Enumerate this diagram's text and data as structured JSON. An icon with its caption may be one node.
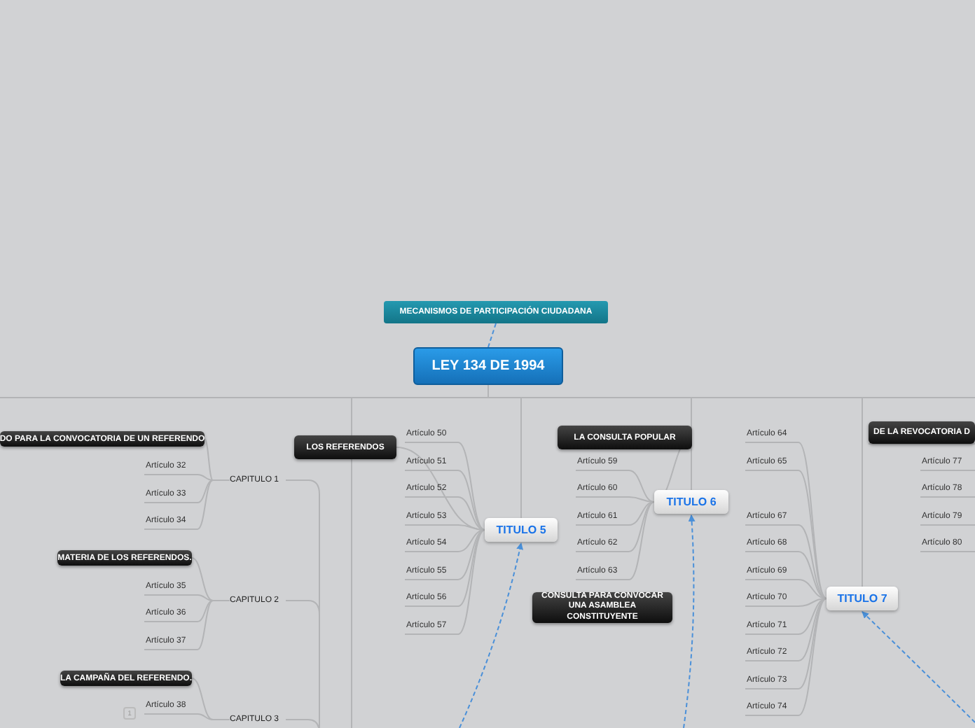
{
  "diagram": {
    "nodes": [
      {
        "text": [
          "MECANISMOS DE PARTICIPACIÓN CIUDADANA"
        ]
      },
      {
        "text": [
          "LEY 134 DE 1994"
        ]
      },
      {
        "text": [
          "DO PARA LA CONVOCATORIA DE UN REFERENDO"
        ]
      },
      {
        "text": [
          "Artículo 32"
        ]
      },
      {
        "text": [
          "Artículo 33"
        ]
      },
      {
        "text": [
          "Artículo 34"
        ]
      },
      {
        "text": [
          "CAPITULO 1"
        ]
      },
      {
        "text": [
          "MATERIA DE LOS REFERENDOS."
        ]
      },
      {
        "text": [
          "Artículo 35"
        ]
      },
      {
        "text": [
          "Artículo 36"
        ]
      },
      {
        "text": [
          "Artículo 37"
        ]
      },
      {
        "text": [
          "CAPITULO 2"
        ]
      },
      {
        "text": [
          "LA CAMPAÑA DEL REFERENDO."
        ]
      },
      {
        "text": [
          "Artículo 38"
        ]
      },
      {
        "text": [
          "CAPITULO 3"
        ]
      },
      {
        "text": [
          "LOS REFERENDOS"
        ]
      },
      {
        "text": [
          "Artículo 50"
        ]
      },
      {
        "text": [
          "Artículo 51"
        ]
      },
      {
        "text": [
          "Artículo 52"
        ]
      },
      {
        "text": [
          "Artículo 53"
        ]
      },
      {
        "text": [
          "Artículo 54"
        ]
      },
      {
        "text": [
          "Artículo 55"
        ]
      },
      {
        "text": [
          "Artículo 56"
        ]
      },
      {
        "text": [
          "Artículo 57"
        ]
      },
      {
        "text": [
          "TITULO 5"
        ]
      },
      {
        "text": [
          "LA CONSULTA POPULAR"
        ]
      },
      {
        "text": [
          "Artículo 59"
        ]
      },
      {
        "text": [
          "Artículo 60"
        ]
      },
      {
        "text": [
          "Artículo 61"
        ]
      },
      {
        "text": [
          "Artículo 62"
        ]
      },
      {
        "text": [
          "Artículo 63"
        ]
      },
      {
        "text": [
          "TITULO 6"
        ]
      },
      {
        "text": [
          "CONSULTA PARA CONVOCAR UNA ASAMBLEA CONSTITUYENTE"
        ]
      },
      {
        "text": [
          "Artículo 64"
        ]
      },
      {
        "text": [
          "Artículo 65"
        ]
      },
      {
        "text": [
          "Artículo 67"
        ]
      },
      {
        "text": [
          "Artículo 68"
        ]
      },
      {
        "text": [
          "Artículo 69"
        ]
      },
      {
        "text": [
          "Artículo 70"
        ]
      },
      {
        "text": [
          "Artículo 71"
        ]
      },
      {
        "text": [
          "Artículo 72"
        ]
      },
      {
        "text": [
          "Artículo 73"
        ]
      },
      {
        "text": [
          "Artículo 74"
        ]
      },
      {
        "text": [
          "TITULO 7"
        ]
      },
      {
        "text": [
          "DE LA REVOCATORIA D"
        ]
      },
      {
        "text": [
          "Artículo 77"
        ]
      },
      {
        "text": [
          "Artículo 78"
        ]
      },
      {
        "text": [
          "Artículo 79"
        ]
      },
      {
        "text": [
          "Artículo 80"
        ]
      }
    ],
    "edges": [
      {
        "from": 0,
        "to": 1,
        "arrow": "none",
        "style": "dashed",
        "color": "#4a90d9"
      },
      {
        "from": 1,
        "to": 24,
        "arrow": "none"
      },
      {
        "from": 1,
        "to": 31,
        "arrow": "none"
      },
      {
        "from": 1,
        "to": 43,
        "arrow": "none"
      },
      {
        "from": 1,
        "to": null,
        "arrow": "none"
      },
      {
        "from": 6,
        "to": 2,
        "arrow": "none"
      },
      {
        "from": 6,
        "to": 3,
        "arrow": "none"
      },
      {
        "from": 6,
        "to": 4,
        "arrow": "none"
      },
      {
        "from": 6,
        "to": 5,
        "arrow": "none"
      },
      {
        "from": 6,
        "to": null,
        "arrow": "none"
      },
      {
        "from": 11,
        "to": 7,
        "arrow": "none"
      },
      {
        "from": 11,
        "to": 8,
        "arrow": "none"
      },
      {
        "from": 11,
        "to": 9,
        "arrow": "none"
      },
      {
        "from": 11,
        "to": 10,
        "arrow": "none"
      },
      {
        "from": 11,
        "to": null,
        "arrow": "none"
      },
      {
        "from": 14,
        "to": 12,
        "arrow": "none"
      },
      {
        "from": 14,
        "to": 13,
        "arrow": "none"
      },
      {
        "from": 14,
        "to": null,
        "arrow": "none"
      },
      {
        "from": 24,
        "to": 15,
        "arrow": "none"
      },
      {
        "from": 24,
        "to": 16,
        "arrow": "none"
      },
      {
        "from": 24,
        "to": 17,
        "arrow": "none"
      },
      {
        "from": 24,
        "to": 18,
        "arrow": "none"
      },
      {
        "from": 24,
        "to": 19,
        "arrow": "none"
      },
      {
        "from": 24,
        "to": 20,
        "arrow": "none"
      },
      {
        "from": 24,
        "to": 21,
        "arrow": "none"
      },
      {
        "from": 24,
        "to": 22,
        "arrow": "none"
      },
      {
        "from": 24,
        "to": 23,
        "arrow": "none"
      },
      {
        "from": 31,
        "to": 25,
        "arrow": "none"
      },
      {
        "from": 31,
        "to": 26,
        "arrow": "none"
      },
      {
        "from": 31,
        "to": 27,
        "arrow": "none"
      },
      {
        "from": 31,
        "to": 28,
        "arrow": "none"
      },
      {
        "from": 31,
        "to": 29,
        "arrow": "none"
      },
      {
        "from": 31,
        "to": 30,
        "arrow": "none"
      },
      {
        "from": 43,
        "to": 33,
        "arrow": "none"
      },
      {
        "from": 43,
        "to": 34,
        "arrow": "none"
      },
      {
        "from": 43,
        "to": 35,
        "arrow": "none"
      },
      {
        "from": 43,
        "to": 36,
        "arrow": "none"
      },
      {
        "from": 43,
        "to": 37,
        "arrow": "none"
      },
      {
        "from": 43,
        "to": 38,
        "arrow": "none"
      },
      {
        "from": 43,
        "to": 39,
        "arrow": "none"
      },
      {
        "from": 43,
        "to": 40,
        "arrow": "none"
      },
      {
        "from": 43,
        "to": 41,
        "arrow": "none"
      },
      {
        "from": 43,
        "to": 42,
        "arrow": "none"
      },
      {
        "from": 44,
        "to": null,
        "arrow": "none"
      },
      {
        "from": 45,
        "to": null,
        "arrow": "none"
      },
      {
        "from": 46,
        "to": null,
        "arrow": "none"
      },
      {
        "from": 47,
        "to": null,
        "arrow": "none"
      },
      {
        "from": 48,
        "to": null,
        "arrow": "none"
      },
      {
        "from": null,
        "to": 24,
        "arrow": "to",
        "style": "dashed",
        "color": "#4a90d9"
      },
      {
        "from": null,
        "to": 31,
        "arrow": "to",
        "style": "dashed",
        "color": "#4a90d9"
      },
      {
        "from": null,
        "to": 43,
        "arrow": "to",
        "style": "dashed",
        "color": "#4a90d9"
      }
    ],
    "labels": [
      "1"
    ]
  }
}
